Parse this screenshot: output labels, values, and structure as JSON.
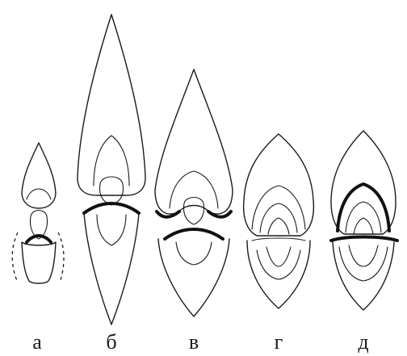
{
  "figures": [
    {
      "id": "a",
      "label": "а"
    },
    {
      "id": "b",
      "label": "б"
    },
    {
      "id": "v",
      "label": "в"
    },
    {
      "id": "g",
      "label": "г"
    },
    {
      "id": "d",
      "label": "д"
    }
  ],
  "colors": {
    "line": "#1a1a1a",
    "background": "#ffffff"
  }
}
